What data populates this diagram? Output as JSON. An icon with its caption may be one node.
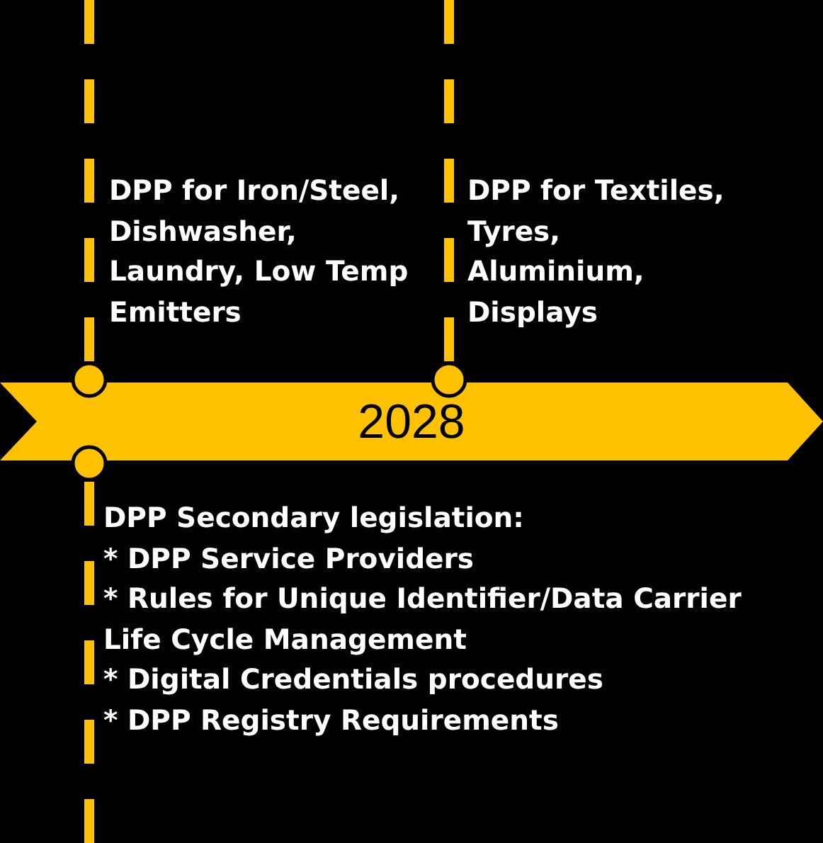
{
  "diagram": {
    "nodes": [
      {
        "text": [
          "2028"
        ]
      }
    ],
    "labels": [
      "DPP for Iron/Steel, Dishwasher, Laundry, Low Temp Emitters",
      "DPP for Textiles, Tyres, Aluminium, Displays",
      "DPP Secondary legislation:",
      "* DPP Service Providers",
      "* Rules for Unique Identifier/Data Carrier Life Cycle Management",
      "* Digital Credentials procedures",
      "* DPP Registry Requirements"
    ]
  }
}
